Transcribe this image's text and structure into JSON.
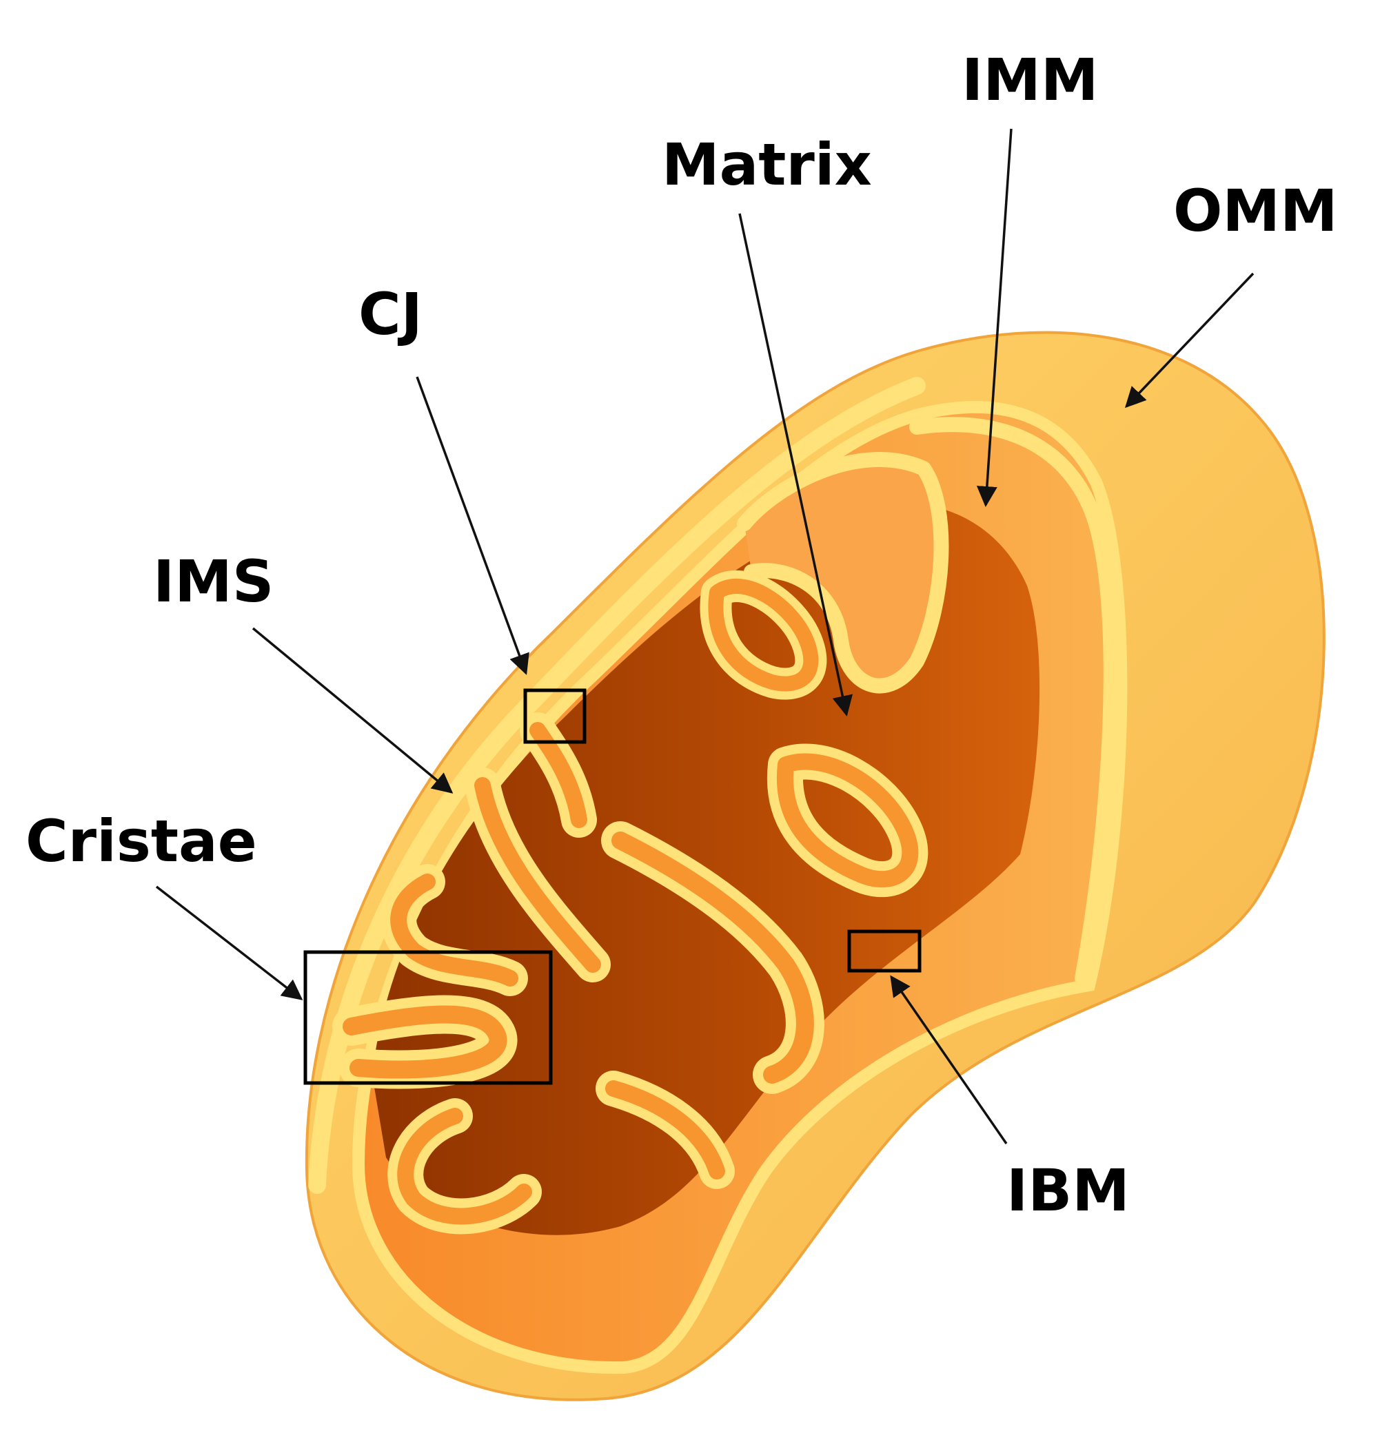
{
  "labels": {
    "imm": "IMM",
    "matrix": "Matrix",
    "omm": "OMM",
    "cj": "CJ",
    "ims": "IMS",
    "cristae": "Cristae",
    "ibm": "IBM"
  },
  "colors": {
    "outer_membrane": "#fcc45a",
    "membrane_highlight": "#ffe27a",
    "inner_membrane": "#fca245",
    "cristae_fold": "#f7952e",
    "matrix_dark": "#a83f00",
    "matrix_mid": "#c65205",
    "label_text": "#000000"
  }
}
